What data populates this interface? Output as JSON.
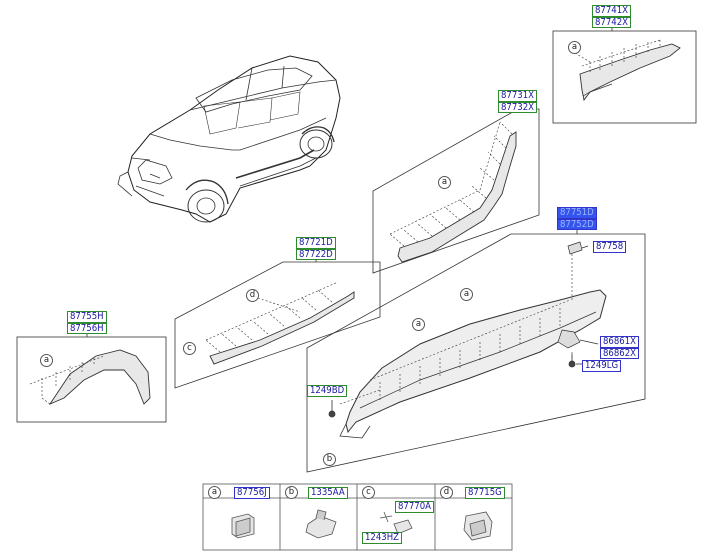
{
  "groups": {
    "top_right": {
      "codes": [
        "87741X",
        "87742X"
      ],
      "callout": "a"
    },
    "middle_upper": {
      "codes": [
        "87731X",
        "87732X"
      ],
      "callout": "a"
    },
    "middle_left": {
      "codes": [
        "87721D",
        "87722D"
      ],
      "callouts": [
        "d",
        "c"
      ]
    },
    "left": {
      "codes": [
        "87755H",
        "87756H"
      ],
      "callout": "a"
    },
    "main": {
      "codes": [
        "87751D",
        "87752D"
      ],
      "callouts": [
        "a",
        "a",
        "b"
      ],
      "parts": [
        {
          "code": "87758"
        },
        {
          "code": "86861X"
        },
        {
          "code": "86862X"
        },
        {
          "code": "1249LG"
        },
        {
          "code": "1249BD"
        }
      ]
    }
  },
  "table": [
    {
      "letter": "a",
      "codes": [
        "87756J"
      ]
    },
    {
      "letter": "b",
      "codes": [
        "1335AA"
      ]
    },
    {
      "letter": "c",
      "codes": [
        "87770A",
        "1243HZ"
      ]
    },
    {
      "letter": "d",
      "codes": [
        "87715G"
      ]
    }
  ]
}
